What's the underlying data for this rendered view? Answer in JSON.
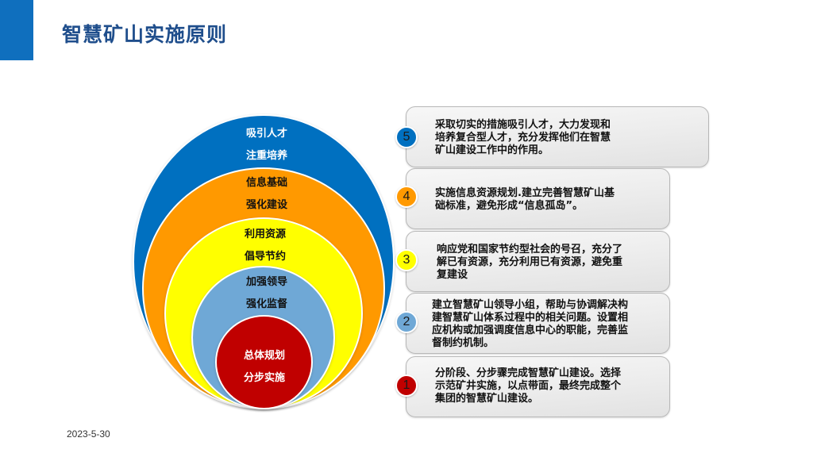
{
  "header": {
    "title": "智慧矿山实施原则",
    "accent_color": "#0f6fbe"
  },
  "rings": [
    {
      "level": 5,
      "line1": "吸引人才",
      "line2": "注重培养",
      "color": "#0070c0",
      "text_color": "#ffffff"
    },
    {
      "level": 4,
      "line1": "信息基础",
      "line2": "强化建设",
      "color": "#ff9900",
      "text_color": "#111111"
    },
    {
      "level": 3,
      "line1": "利用资源",
      "line2": "倡导节约",
      "color": "#ffff00",
      "text_color": "#111111"
    },
    {
      "level": 2,
      "line1": "加强领导",
      "line2": "强化监督",
      "color": "#6fa8d6",
      "text_color": "#111111"
    },
    {
      "level": 1,
      "line1": "总体规划",
      "line2": "分步实施",
      "color": "#c00000",
      "text_color": "#ffffff"
    }
  ],
  "items": [
    {
      "number": "5",
      "text": "采取切实的措施吸引人才，大力发现和\n培养复合型人才，充分发挥他们在智慧\n矿山建设工作中的作用。",
      "badge_color": "#0070c0"
    },
    {
      "number": "4",
      "text": "实施信息资源规划.建立完善智慧矿山基\n础标准，避免形成“信息孤岛”。",
      "badge_color": "#ff9900"
    },
    {
      "number": "3",
      "text": "响应党和国家节约型社会的号召，充分了\n解已有资源，充分利用已有资源，避免重\n复建设",
      "badge_color": "#ffff00"
    },
    {
      "number": "2",
      "text": "建立智慧矿山领导小组，帮助与协调解决构\n建智慧矿山体系过程中的相关问题。设置相\n应机构或加强调度信息中心的职能，完善监\n督制约机制。",
      "badge_color": "#6fa8d6"
    },
    {
      "number": "1",
      "text": "分阶段、分步骤完成智慧矿山建设。选择\n示范矿井实施，以点带面，最终完成整个\n集团的智慧矿山建设。",
      "badge_color": "#c00000"
    }
  ],
  "footer": {
    "date": "2023-5-30"
  }
}
